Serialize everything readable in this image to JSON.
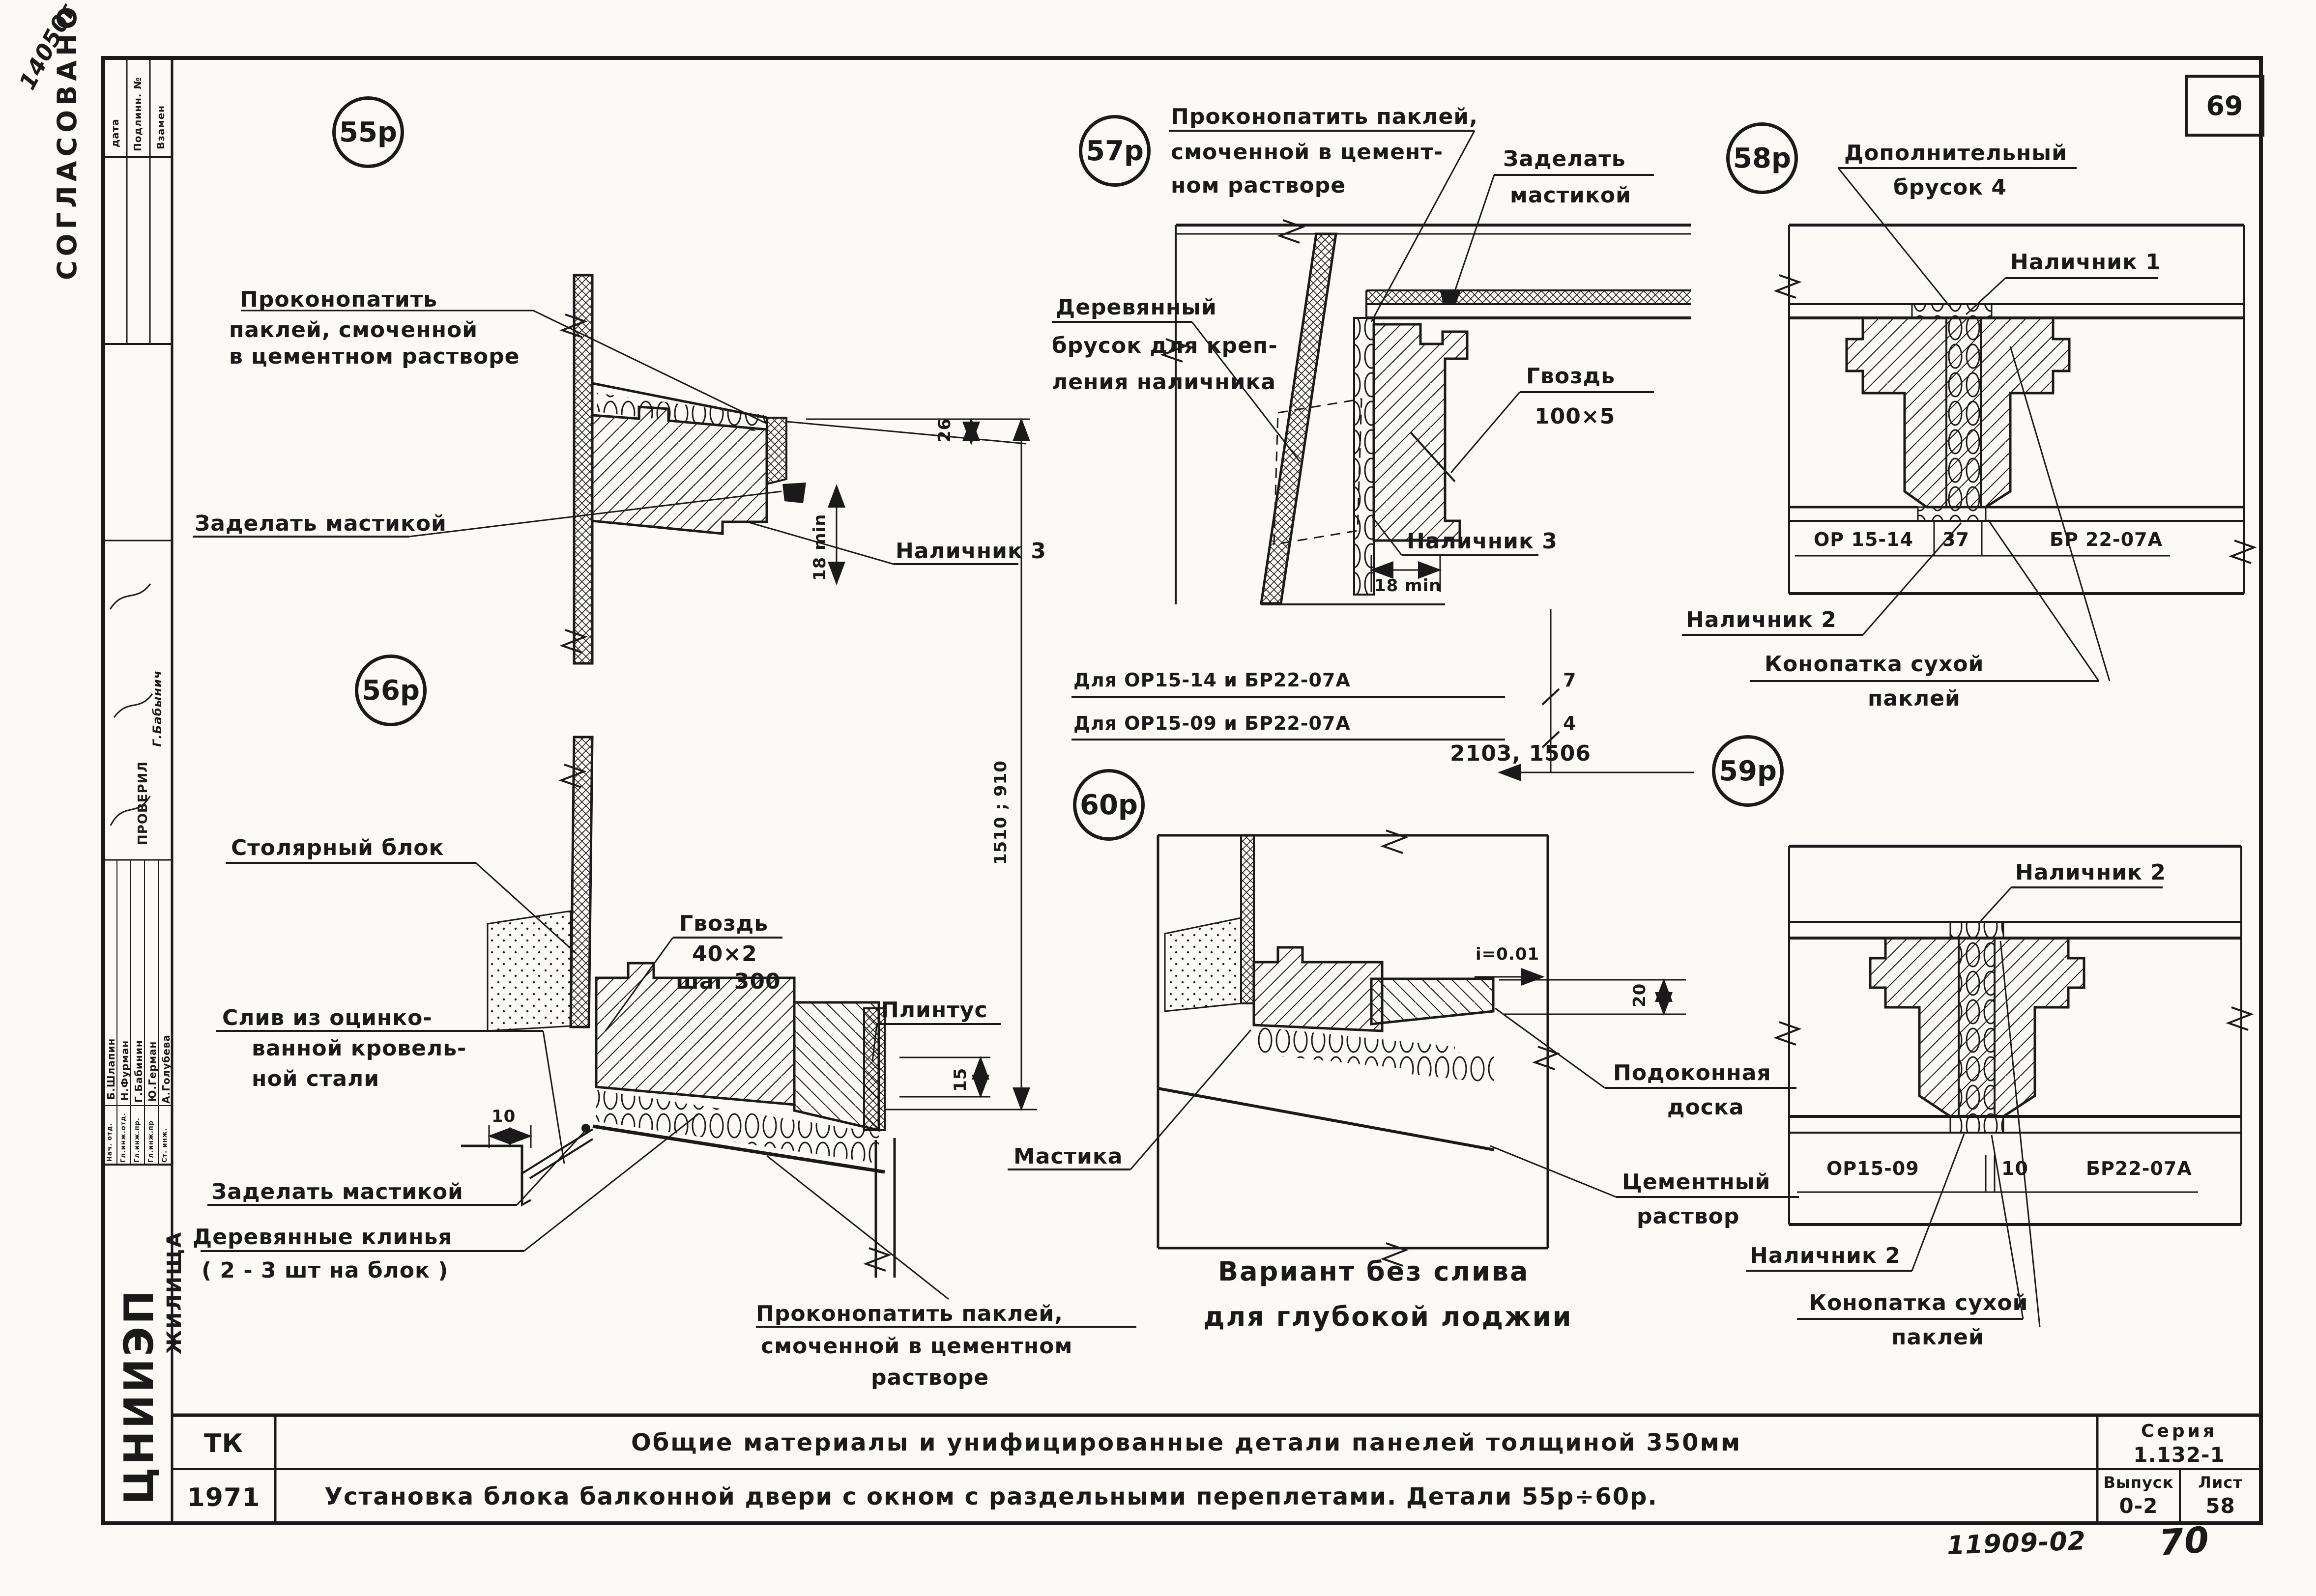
{
  "page": {
    "sheet_no": "69",
    "inventory_no": "14050г",
    "doc_no_handwritten": "11909-02",
    "page_no_handwritten": "70"
  },
  "margin": {
    "soglasovano": "СОГЛАСОВАНО"
  },
  "stamp": {
    "col_headers": [
      "дата",
      "Подлинн. №",
      "Взамен"
    ],
    "proveril": "ПРОВЕРИЛ",
    "proveril_name": "Г.Бабынич",
    "names": [
      "Б.Шлапин",
      "Н.Фурман",
      "Г.Бабинин",
      "Ю.Герман",
      "А.Голубева"
    ],
    "roles": [
      "Нач. отд.",
      "Гл.инж.отд.",
      "Гл.инж.пр.",
      "Гл.инж.пр",
      "Ст. инж."
    ],
    "org_line1": "ЦНИИЭП",
    "org_line2": "ЖИЛИЩА"
  },
  "d55": {
    "id": "55р",
    "oakum1": "Проконопатить",
    "oakum2": "паклей, смоченной",
    "oakum3": "в цементном растворе",
    "mastic": "Заделать мастикой",
    "trim": "Наличник 3",
    "dim26": "26",
    "dim18": "18 min",
    "dimv": "1510 ; 910"
  },
  "d56": {
    "id": "56р",
    "block": "Столярный блок",
    "nail1": "Гвоздь",
    "nail2": "40×2",
    "nail3": "шаг 300",
    "drip1": "Слив из оцинко-",
    "drip2": "ванной кровель-",
    "drip3": "ной стали",
    "mastic": "Заделать мастикой",
    "wedge1": "Деревянные клинья",
    "wedge2": "( 2 - 3 шт на блок )",
    "oakum1": "Проконопатить паклей,",
    "oakum2": "смоченной в цементном",
    "oakum3": "растворе",
    "plinth": "Плинтус",
    "dim10": "10",
    "dim15": "15"
  },
  "d57": {
    "id": "57р",
    "oakum1": "Проконопатить паклей,",
    "oakum2": "смоченной в цемент-",
    "oakum3": "ном растворе",
    "mastic1": "Заделать",
    "mastic2": "мастикой",
    "bar1": "Деревянный",
    "bar2": "брусок для креп-",
    "bar3": "ления наличника",
    "nail1": "Гвоздь",
    "nail2": "100×5",
    "trim": "Наличник 3",
    "dim18": "18 min",
    "opt1": "Для ОР15-14 и БР22-07А",
    "opt1v": "7",
    "opt2": "Для ОР15-09 и БР22-07А",
    "opt2v": "4",
    "dims": "2103, 1506"
  },
  "d58": {
    "id": "58р",
    "bar1": "Дополнительный",
    "bar2": "брусок 4",
    "trim1": "Наличник 1",
    "left": "ОР 15-14",
    "mid": "37",
    "right": "БР 22-07А",
    "trim2": "Наличник 2",
    "oakum1": "Конопатка сухой",
    "oakum2": "паклей"
  },
  "d59": {
    "id": "59р",
    "trim_top": "Наличник 2",
    "left": "ОР15-09",
    "mid": "10",
    "right": "БР22-07А",
    "trim_bot": "Наличник 2",
    "oakum1": "Конопатка сухой",
    "oakum2": "паклей"
  },
  "d60": {
    "id": "60р",
    "slope": "i=0.01",
    "dim20": "20",
    "sill1": "Подоконная",
    "sill2": "доска",
    "cem1": "Цементный",
    "cem2": "раствор",
    "mastic": "Мастика",
    "var1": "Вариант без слива",
    "var2": "для глубокой лоджии"
  },
  "titleblock": {
    "tk": "ТК",
    "year": "1971",
    "row1": "Общие материалы и унифицированные детали панелей толщиной 350мм",
    "row2": "Установка блока балконной двери с окном с раздельными переплетами. Детали 55р÷60р.",
    "series_label": "Серия",
    "series": "1.132-1",
    "issue_label": "Выпуск",
    "issue": "0-2",
    "sheet_label": "Лист",
    "sheet": "58"
  }
}
